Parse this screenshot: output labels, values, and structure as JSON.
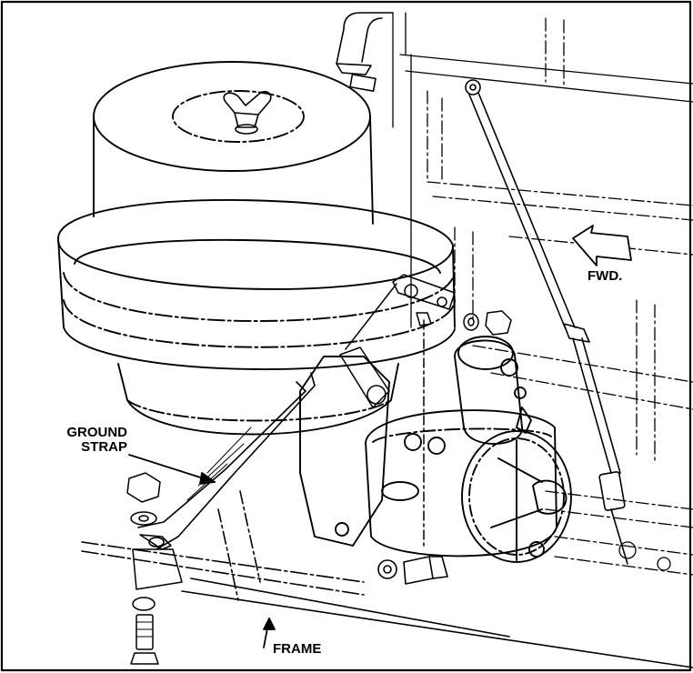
{
  "labels": {
    "ground_strap_line1": "GROUND",
    "ground_strap_line2": "STRAP",
    "frame": "FRAME",
    "fwd": "FWD."
  },
  "colors": {
    "ink": "#000000",
    "paper": "#ffffff"
  }
}
